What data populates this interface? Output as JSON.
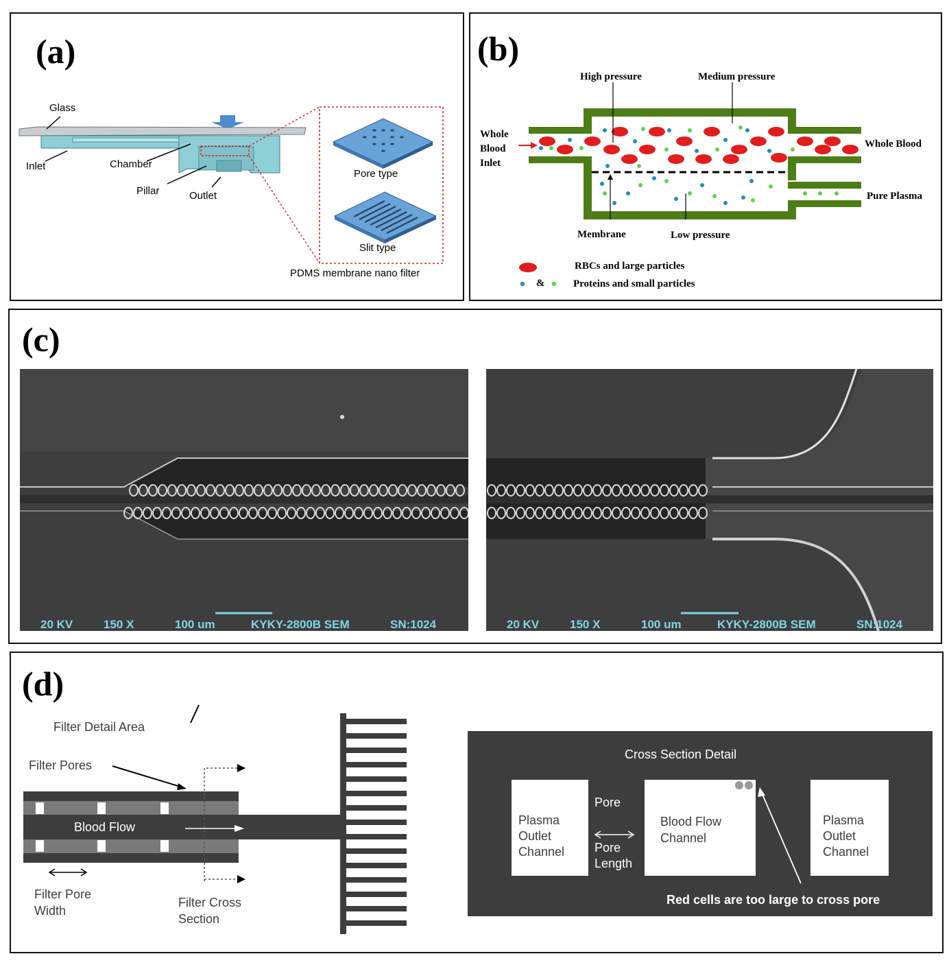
{
  "panel_a": {
    "label": "(a)",
    "glass": "Glass",
    "inlet": "Inlet",
    "chamber": "Chamber",
    "pillar": "Pillar",
    "outlet": "Outlet",
    "pore_type": "Pore type",
    "slit_type": "Slit type",
    "caption": "PDMS membrane nano filter",
    "colors": {
      "device": "#8ecfd6",
      "glass": "#c9cdd2",
      "filter": "#6aa3d8",
      "arrow": "#4e8ad0",
      "dash": "#d0262a"
    }
  },
  "panel_b": {
    "label": "(b)",
    "high_pressure": "High pressure",
    "medium_pressure": "Medium pressure",
    "inlet_line1": "Whole",
    "inlet_line2": "Blood",
    "inlet_line3": "Inlet",
    "whole_blood": "Whole Blood",
    "pure_plasma": "Pure Plasma",
    "membrane": "Membrane",
    "low_pressure": "Low pressure",
    "legend_rbc": "RBCs and large particles",
    "legend_amp": "&",
    "legend_protein": "Proteins and small particles",
    "colors": {
      "wall": "#4d7d16",
      "rbc": "#e21d1d",
      "protein_blue": "#1f8fb5",
      "protein_green": "#5bd34a"
    }
  },
  "panel_c": {
    "label": "(c)",
    "sem_left": [
      "20 KV",
      "150 X",
      "100 um",
      "KYKY-2800B SEM",
      "SN:1024"
    ],
    "sem_right": [
      "20 KV",
      "150 X",
      "100 um",
      "KYKY-2800B SEM",
      "SN:1024"
    ],
    "colors": {
      "sem_bg": "#3e3e3e",
      "sem_text": "#7fd6ea"
    }
  },
  "panel_d": {
    "label": "(d)",
    "filter_detail_area": "Filter Detail Area",
    "filter_pores": "Filter Pores",
    "blood_flow": "Blood Flow",
    "filter_pore_width_1": "Filter Pore",
    "filter_pore_width_2": "Width",
    "filter_cross_section_1": "Filter Cross",
    "filter_cross_section_2": "Section",
    "cross_section_detail": "Cross Section Detail",
    "plasma_outlet_left": [
      "Plasma",
      "Outlet",
      "Channel"
    ],
    "pore": "Pore",
    "pore_length_1": "Pore",
    "pore_length_2": "Length",
    "blood_flow_channel_1": "Blood Flow",
    "blood_flow_channel_2": "Channel",
    "plasma_outlet_right": [
      "Plasma",
      "Outlet",
      "Channel"
    ],
    "red_cells_note": "Red cells are too large to cross pore",
    "colors": {
      "dark": "#3d3d3d"
    }
  }
}
